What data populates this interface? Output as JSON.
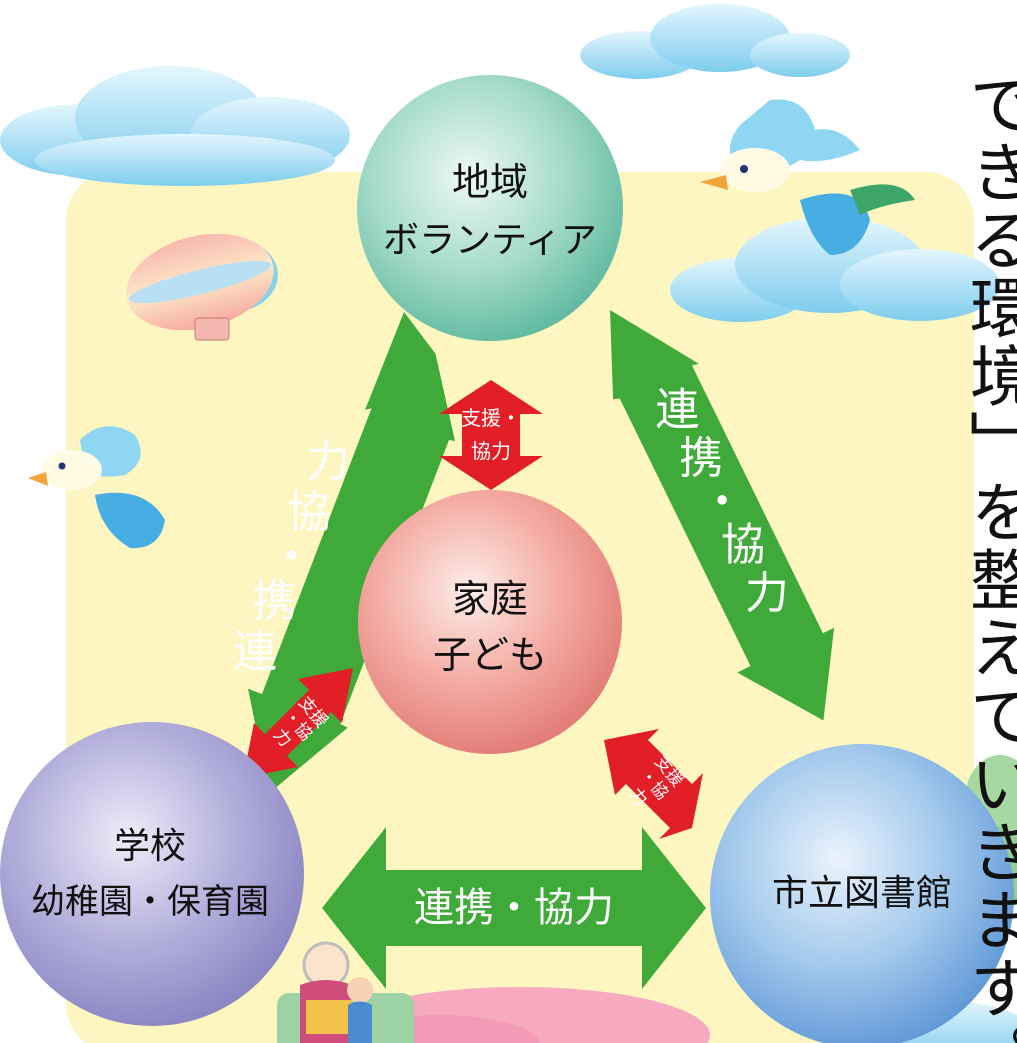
{
  "nodes": {
    "top": {
      "line1": "地域",
      "line2": "ボランティア"
    },
    "center": {
      "line1": "家庭",
      "line2": "子ども"
    },
    "left": {
      "line1": "学校",
      "line2": "幼稚園・保育園"
    },
    "right": {
      "line1": "市立図書館"
    }
  },
  "links": {
    "top_left": {
      "line1": "連",
      "line2": "携",
      "line3": "・",
      "line4": "協",
      "line5": "力"
    },
    "top_right": {
      "line1": "連",
      "line2": "携",
      "line3": "・",
      "line4": "協",
      "line5": "力"
    },
    "bottom": {
      "text": "連携・協力"
    }
  },
  "support": {
    "top": {
      "line1": "支援・",
      "line2": "協力"
    },
    "left": {
      "line1": "支援",
      "line2": "・協",
      "line3": "力"
    },
    "right": {
      "line1": "支援",
      "line2": "・協",
      "line3": "力"
    }
  },
  "side_text": "できる環境」を整えていきます。",
  "colors": {
    "background": "#fdf6c0",
    "green_arrow": "#3faa3a",
    "red_arrow": "#e21e26",
    "top_circle": "#7cc8b4",
    "center_circle": "#ee8a84",
    "left_circle": "#9590c8",
    "right_circle": "#6fa6dc"
  }
}
